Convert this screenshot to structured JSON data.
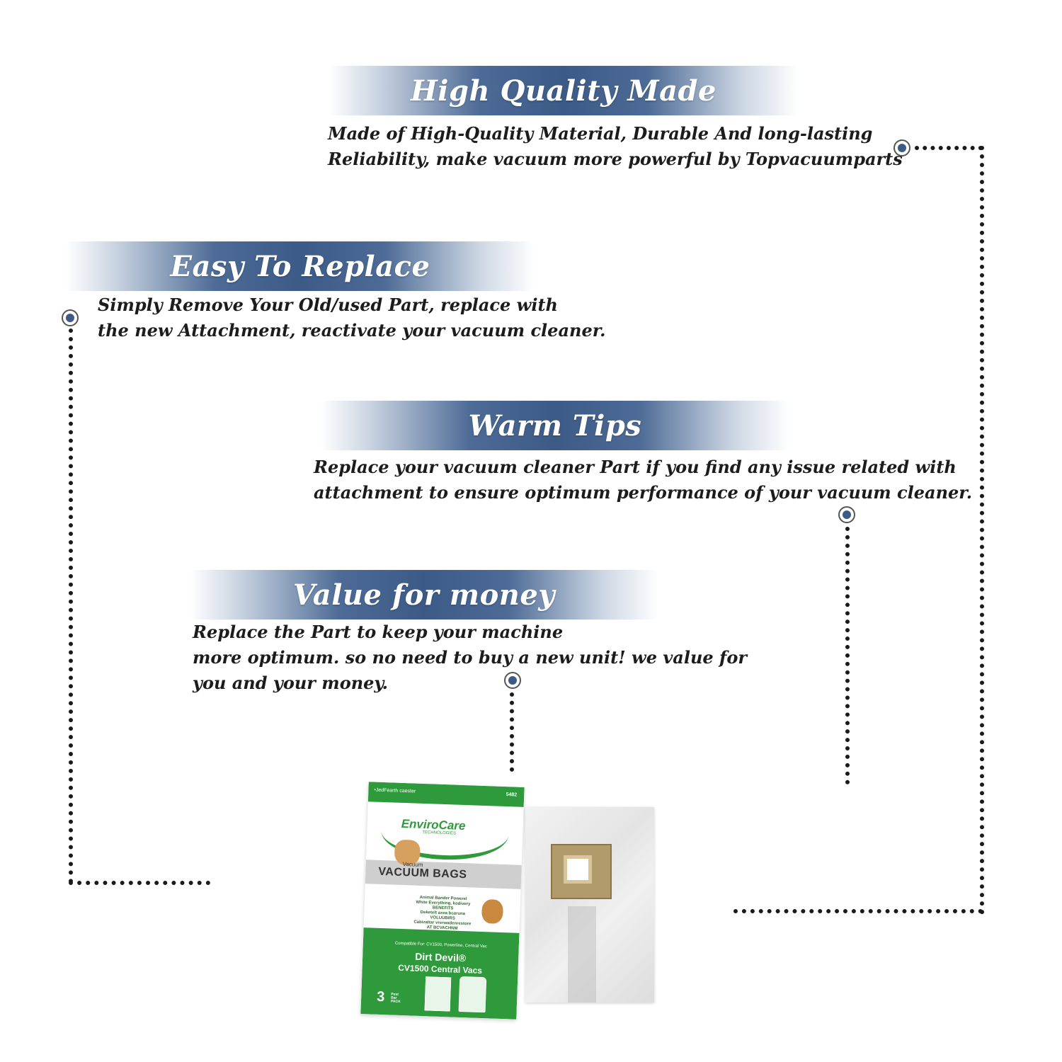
{
  "sections": {
    "high_quality": {
      "title": "High Quality Made",
      "lines": [
        "Made of  High-Quality Material, Durable And long-lasting",
        "Reliability, make vacuum more powerful by Topvacuumparts"
      ]
    },
    "easy_replace": {
      "title": "Easy To Replace",
      "lines": [
        "Simply Remove Your Old/used Part, replace with",
        "the new Attachment, reactivate your vacuum cleaner."
      ]
    },
    "warm_tips": {
      "title": "Warm Tips",
      "lines": [
        "Replace your vacuum cleaner Part if you find any issue related with",
        " attachment to ensure optimum performance of your vacuum cleaner."
      ]
    },
    "value": {
      "title": "Value for money",
      "lines": [
        "Replace the Part to keep your machine",
        "more optimum. so no need to buy a new unit! we value for",
        "you and your money."
      ]
    }
  },
  "product": {
    "top_text": "•JedFearth caester",
    "code": "5482",
    "logo": "EnviroCare",
    "logo_sub": "TECHNOLOGIES",
    "small_label": "Vacuum",
    "main_label": "VACUUM BAGS",
    "info_lines": [
      "Animal Bander Powerel",
      "White Everything, kodivery",
      "BENEFITS",
      "Deketelt axea bcaruna",
      "VOLUUBIRS",
      "Cabizattar vrerwadenrestore",
      "AT BCVACHNM"
    ],
    "compat": "Compatible For: CV1500, Powerline, Central Vac",
    "brand": "Dirt Devil®",
    "model": "CV1500 Central Vacs",
    "count": "3",
    "pack_lines": [
      "Pest",
      "Bar",
      "PACK"
    ]
  },
  "colors": {
    "banner": "#3c5a86",
    "marker": "#3c5a86",
    "package_green": "#2f9a3c"
  }
}
